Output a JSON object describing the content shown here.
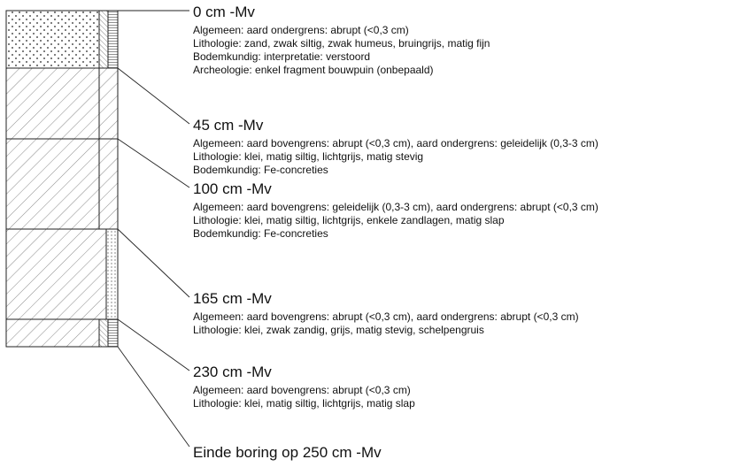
{
  "layers": [
    {
      "depth": "0 cm -Mv",
      "lines": [
        "Algemeen: aard ondergrens: abrupt (<0,3 cm)",
        "Lithologie: zand, zwak siltig, zwak humeus, bruingrijs, matig fijn",
        "Bodemkundig: interpretatie: verstoord",
        "Archeologie: enkel fragment bouwpuin (onbepaald)"
      ]
    },
    {
      "depth": "45 cm -Mv",
      "lines": [
        "Algemeen: aard bovengrens: abrupt (<0,3 cm), aard ondergrens: geleidelijk (0,3-3 cm)",
        "Lithologie: klei, matig siltig, lichtgrijs, matig stevig",
        "Bodemkundig: Fe-concreties"
      ]
    },
    {
      "depth": "100 cm -Mv",
      "lines": [
        "Algemeen: aard bovengrens: geleidelijk (0,3-3 cm), aard ondergrens: abrupt (<0,3 cm)",
        "Lithologie: klei, matig siltig, lichtgrijs, enkele zandlagen, matig slap",
        "Bodemkundig: Fe-concreties"
      ]
    },
    {
      "depth": "165 cm -Mv",
      "lines": [
        "Algemeen: aard bovengrens: abrupt (<0,3 cm), aard ondergrens: abrupt (<0,3 cm)",
        "Lithologie: klei, zwak zandig, grijs, matig stevig, schelpengruis"
      ]
    },
    {
      "depth": "230 cm -Mv",
      "lines": [
        "Algemeen: aard bovengrens: abrupt (<0,3 cm)",
        "Lithologie: klei, matig siltig, lichtgrijs, matig slap"
      ]
    }
  ],
  "end_label": "Einde boring op 250 cm -Mv"
}
